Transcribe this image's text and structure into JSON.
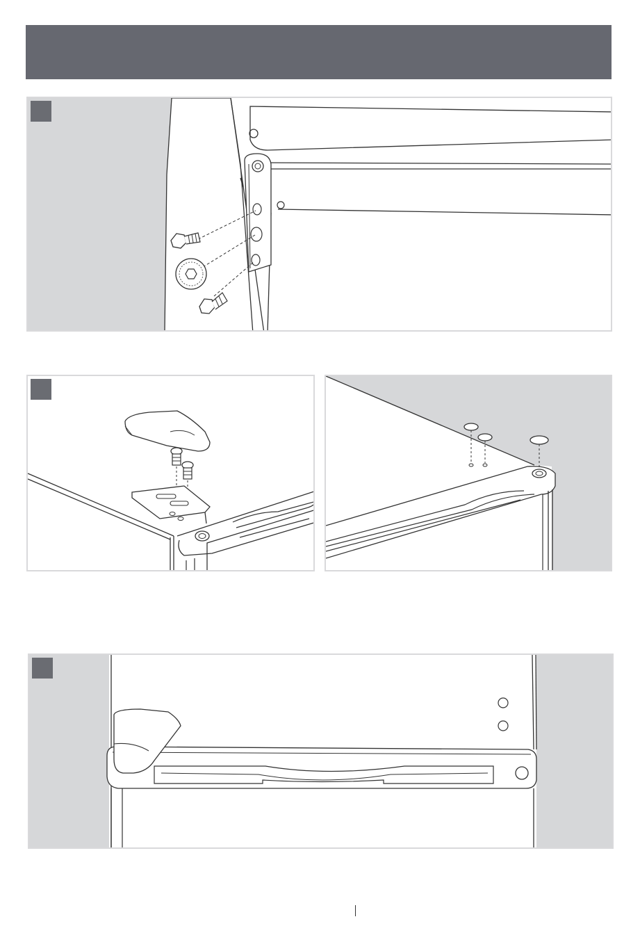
{
  "page": {
    "header": {
      "color": "#666870"
    },
    "steps": [
      {
        "id": 1,
        "badge_color": "#6a6c72",
        "backdrop": "#d6d7d9"
      },
      {
        "id": 2,
        "badge_color": "#6a6c72",
        "backdrop": "#ffffff"
      },
      {
        "id": 3,
        "badge_color": "#6a6c72",
        "backdrop": "#d6d7d9"
      }
    ],
    "icons": [
      "hinge-bracket-icon",
      "hinge-screw-icon",
      "hinge-pin-bushing-icon",
      "top-hinge-cover-icon",
      "hinge-plug-icon",
      "door-handle-icon"
    ]
  }
}
